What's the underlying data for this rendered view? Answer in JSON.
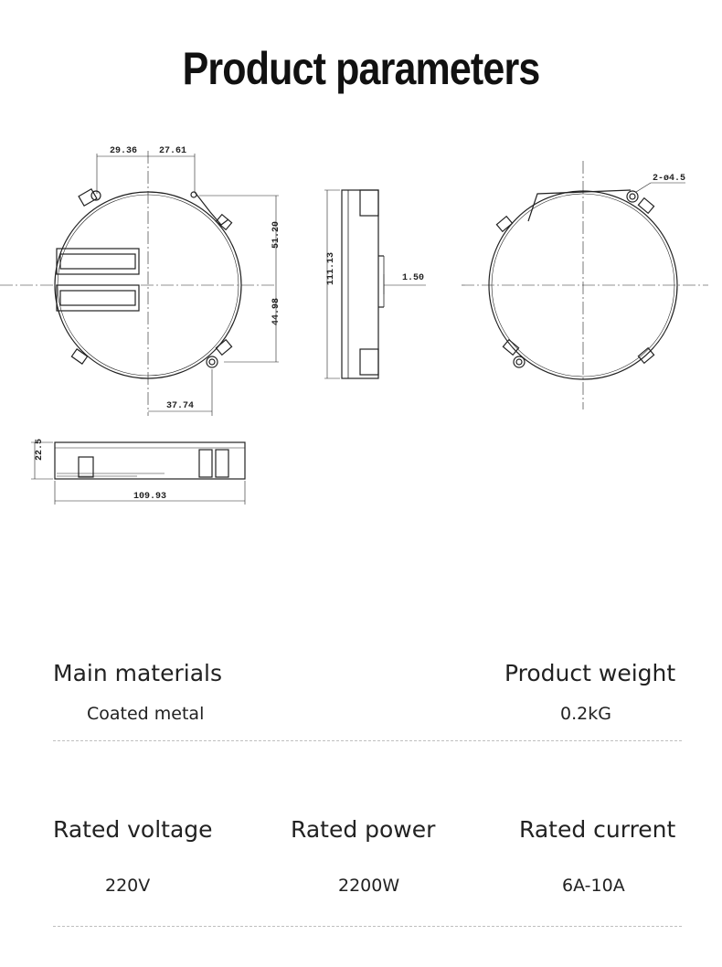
{
  "page": {
    "title": "Product parameters"
  },
  "drawing": {
    "dimensions": {
      "d1": "29.36",
      "d2": "27.61",
      "d3": "51.20",
      "d4": "44.98",
      "d5": "37.74",
      "d6": "111.13",
      "d7": "1.50",
      "d8": "2-ø4.5",
      "d9": "22.5",
      "d10": "109.93"
    }
  },
  "specs": {
    "main_materials": {
      "label": "Main materials",
      "value": "Coated metal"
    },
    "product_weight": {
      "label": "Product weight",
      "value": "0.2kG"
    },
    "rated_voltage": {
      "label": "Rated voltage",
      "value": "220V"
    },
    "rated_power": {
      "label": "Rated power",
      "value": "2200W"
    },
    "rated_current": {
      "label": "Rated current",
      "value": "6A-10A"
    }
  }
}
